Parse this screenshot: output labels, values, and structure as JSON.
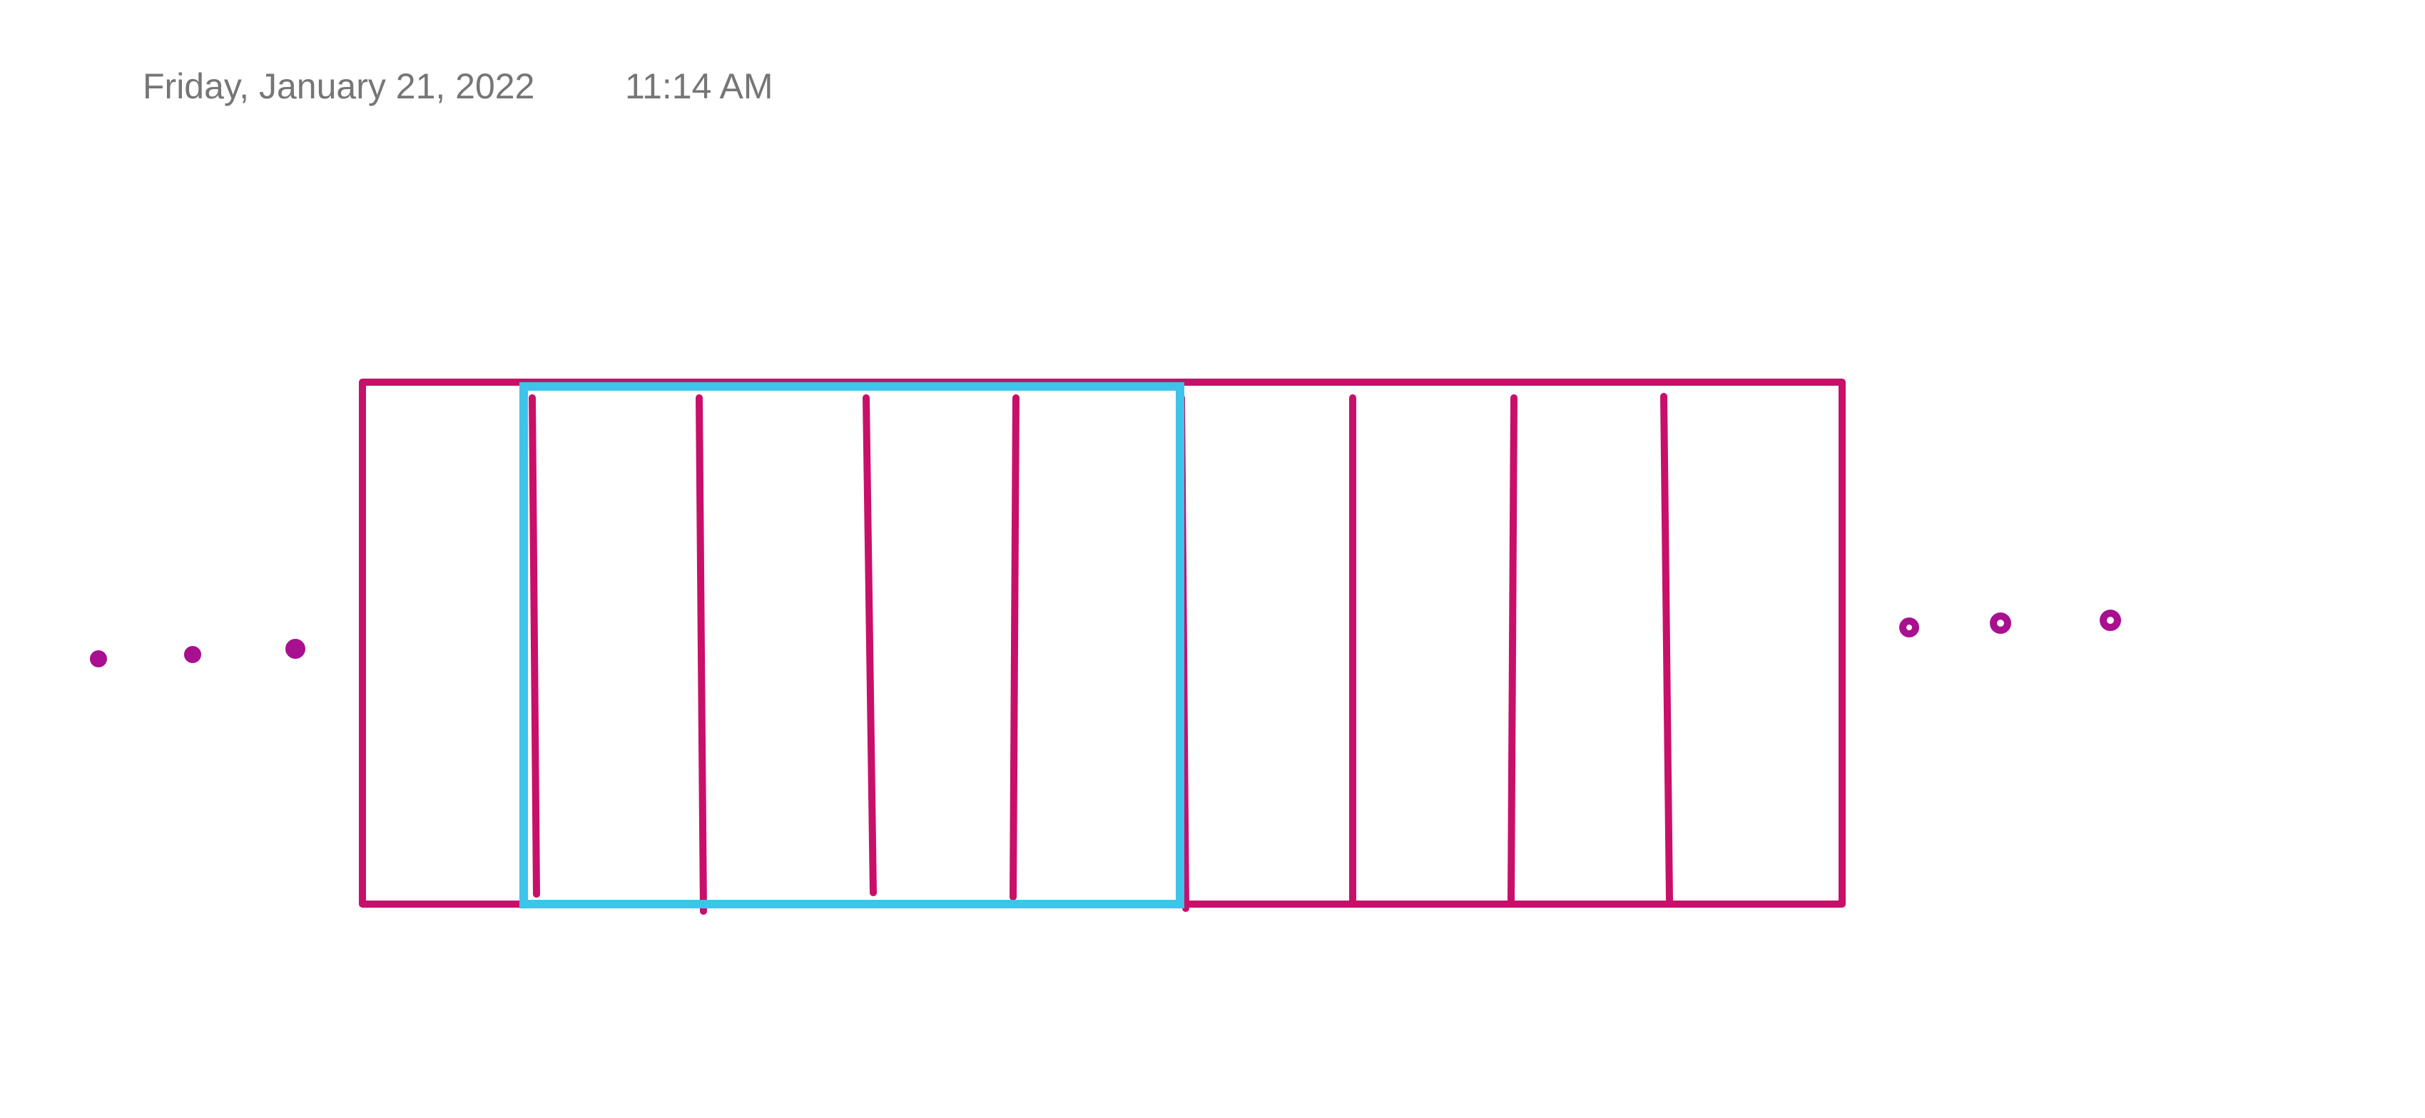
{
  "page": {
    "date": "Friday, January 21, 2022",
    "time": "11:14 AM"
  },
  "colors": {
    "ink": "#c8106a",
    "dot": "#a8108f",
    "highlight": "#3ec3ea",
    "header_text": "#767676",
    "background": "#ffffff"
  },
  "drawing": {
    "outer_rectangle_cells": 9,
    "highlighted_cells": 4,
    "left_dots": 3,
    "right_dots": 3
  }
}
